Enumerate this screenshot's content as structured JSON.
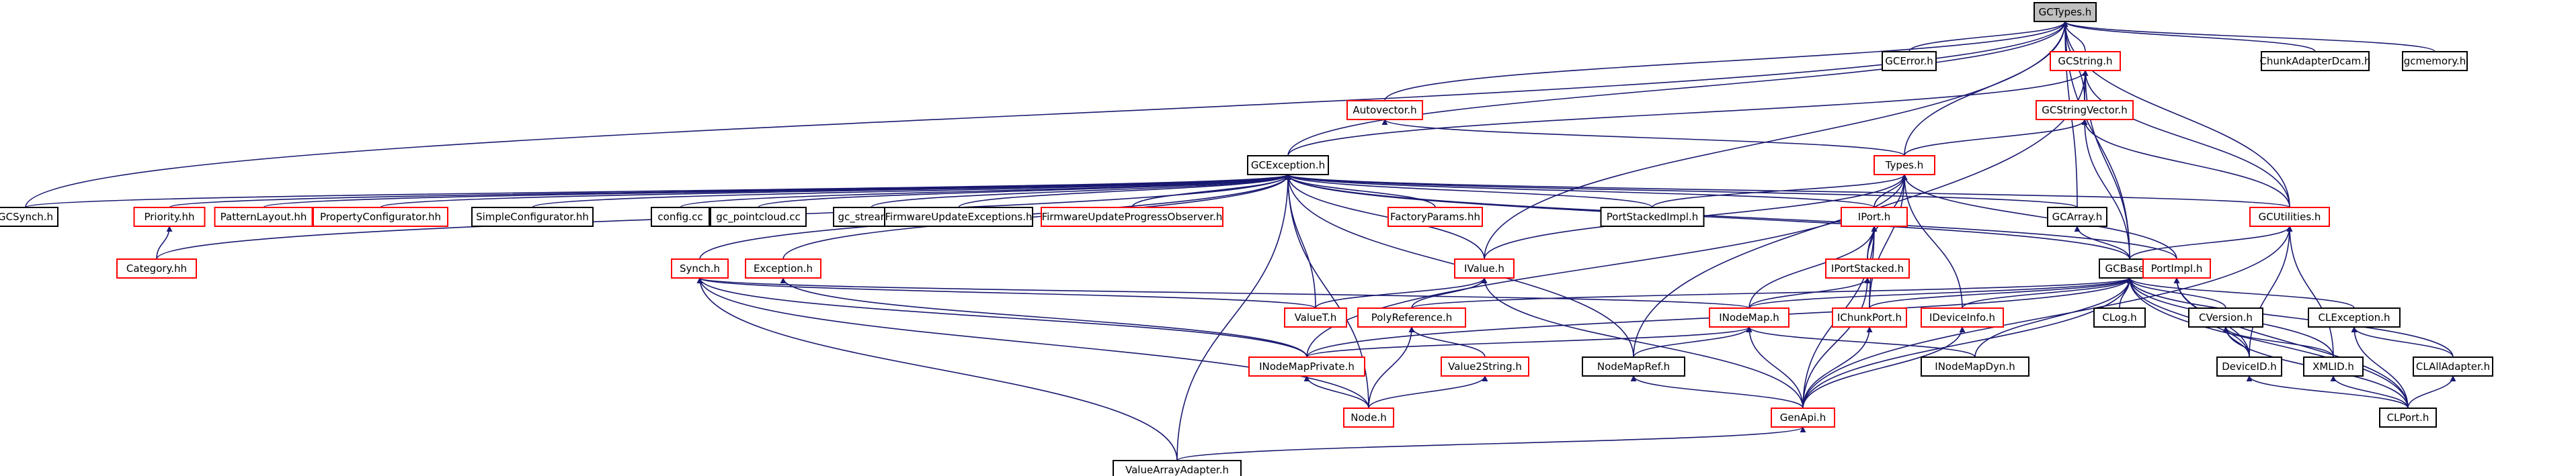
{
  "graph": {
    "style": {
      "edge_color": "#191970",
      "border_black": "#000000",
      "border_red": "#ff0000",
      "focus_fill": "#bfbfbf",
      "node_fill": "#ffffff"
    },
    "nodes": {
      "gctypes": {
        "label": "GCTypes.h",
        "border": "black",
        "focus": true
      },
      "gcerror": {
        "label": "GCError.h",
        "border": "black"
      },
      "gcstring": {
        "label": "GCString.h",
        "border": "red"
      },
      "chunkadapter": {
        "label": "ChunkAdapterDcam.h",
        "border": "black"
      },
      "gcmemory": {
        "label": "gcmemory.h",
        "border": "black"
      },
      "autovector": {
        "label": "Autovector.h",
        "border": "red"
      },
      "gcstringvector": {
        "label": "GCStringVector.h",
        "border": "red"
      },
      "gcexception": {
        "label": "GCException.h",
        "border": "black"
      },
      "types": {
        "label": "Types.h",
        "border": "red"
      },
      "gcsynch": {
        "label": "GCSynch.h",
        "border": "black"
      },
      "priority": {
        "label": "Priority.hh",
        "border": "red"
      },
      "patternlayout": {
        "label": "PatternLayout.hh",
        "border": "red"
      },
      "propertyconfig": {
        "label": "PropertyConfigurator.hh",
        "border": "red"
      },
      "simpleconfig": {
        "label": "SimpleConfigurator.hh",
        "border": "black"
      },
      "config": {
        "label": "config.cc",
        "border": "black"
      },
      "gcpointcloud": {
        "label": "gc_pointcloud.cc",
        "border": "black"
      },
      "gcstream": {
        "label": "gc_stream.cc",
        "border": "black"
      },
      "fwupdateexc": {
        "label": "FirmwareUpdateExceptions.h",
        "border": "black"
      },
      "fwupdateobs": {
        "label": "FirmwareUpdateProgressObserver.h",
        "border": "red"
      },
      "factoryparams": {
        "label": "FactoryParams.hh",
        "border": "red"
      },
      "portstacked": {
        "label": "PortStackedImpl.h",
        "border": "black"
      },
      "iport": {
        "label": "IPort.h",
        "border": "red"
      },
      "gcarray": {
        "label": "GCArray.h",
        "border": "black"
      },
      "gcutilities": {
        "label": "GCUtilities.h",
        "border": "red"
      },
      "category": {
        "label": "Category.hh",
        "border": "red"
      },
      "synch": {
        "label": "Synch.h",
        "border": "red"
      },
      "exception": {
        "label": "Exception.h",
        "border": "red"
      },
      "ivalue": {
        "label": "IValue.h",
        "border": "red"
      },
      "iportstacked": {
        "label": "IPortStacked.h",
        "border": "red"
      },
      "gcbase": {
        "label": "GCBase.h",
        "border": "black"
      },
      "portimpl": {
        "label": "PortImpl.h",
        "border": "red"
      },
      "valuet": {
        "label": "ValueT.h",
        "border": "red"
      },
      "polyref": {
        "label": "PolyReference.h",
        "border": "red"
      },
      "inodemap": {
        "label": "INodeMap.h",
        "border": "red"
      },
      "ichunkport": {
        "label": "IChunkPort.h",
        "border": "red"
      },
      "ideviceinfo": {
        "label": "IDeviceInfo.h",
        "border": "red"
      },
      "clog": {
        "label": "CLog.h",
        "border": "black"
      },
      "cversion": {
        "label": "CVersion.h",
        "border": "black"
      },
      "clexception": {
        "label": "CLException.h",
        "border": "black"
      },
      "inodemapprivate": {
        "label": "INodeMapPrivate.h",
        "border": "red"
      },
      "value2string": {
        "label": "Value2String.h",
        "border": "red"
      },
      "nodemapref": {
        "label": "NodeMapRef.h",
        "border": "black"
      },
      "inodemapdyn": {
        "label": "INodeMapDyn.h",
        "border": "black"
      },
      "deviceid": {
        "label": "DeviceID.h",
        "border": "black"
      },
      "xmlid": {
        "label": "XMLID.h",
        "border": "black"
      },
      "clalladapter": {
        "label": "CLAllAdapter.h",
        "border": "black"
      },
      "node": {
        "label": "Node.h",
        "border": "red"
      },
      "genapi": {
        "label": "GenApi.h",
        "border": "red"
      },
      "clport": {
        "label": "CLPort.h",
        "border": "black"
      },
      "valuearrayadapter": {
        "label": "ValueArrayAdapter.h",
        "border": "black"
      }
    },
    "edges": [
      [
        "gcerror",
        "gctypes"
      ],
      [
        "gcstring",
        "gctypes"
      ],
      [
        "chunkadapter",
        "gctypes"
      ],
      [
        "gcmemory",
        "gctypes"
      ],
      [
        "autovector",
        "gctypes"
      ],
      [
        "gcstringvector",
        "gctypes"
      ],
      [
        "gcexception",
        "gctypes"
      ],
      [
        "types",
        "gctypes"
      ],
      [
        "gcsynch",
        "gctypes"
      ],
      [
        "gcarray",
        "gctypes"
      ],
      [
        "gcutilities",
        "gctypes"
      ],
      [
        "gcbase",
        "gctypes"
      ],
      [
        "ivalue",
        "gctypes"
      ],
      [
        "gcstringvector",
        "gcstring"
      ],
      [
        "gcexception",
        "gcstring"
      ],
      [
        "gcbase",
        "gcstring"
      ],
      [
        "gcutilities",
        "gcstring"
      ],
      [
        "nodemapref",
        "gcstring"
      ],
      [
        "types",
        "autovector"
      ],
      [
        "types",
        "gcstringvector"
      ],
      [
        "gcbase",
        "gcstringvector"
      ],
      [
        "gcutilities",
        "gcstringvector"
      ],
      [
        "gcsynch",
        "gcexception"
      ],
      [
        "priority",
        "gcexception"
      ],
      [
        "patternlayout",
        "gcexception"
      ],
      [
        "propertyconfig",
        "gcexception"
      ],
      [
        "simpleconfig",
        "gcexception"
      ],
      [
        "config",
        "gcexception"
      ],
      [
        "gcpointcloud",
        "gcexception"
      ],
      [
        "gcstream",
        "gcexception"
      ],
      [
        "fwupdateexc",
        "gcexception"
      ],
      [
        "fwupdateobs",
        "gcexception"
      ],
      [
        "factoryparams",
        "gcexception"
      ],
      [
        "portstacked",
        "gcexception"
      ],
      [
        "iport",
        "gcexception"
      ],
      [
        "gcarray",
        "gcexception"
      ],
      [
        "gcutilities",
        "gcexception"
      ],
      [
        "category",
        "gcexception"
      ],
      [
        "synch",
        "gcexception"
      ],
      [
        "exception",
        "gcexception"
      ],
      [
        "ivalue",
        "gcexception"
      ],
      [
        "valuet",
        "gcexception"
      ],
      [
        "portimpl",
        "gcexception"
      ],
      [
        "nodemapref",
        "gcexception"
      ],
      [
        "node",
        "gcexception"
      ],
      [
        "valuearrayadapter",
        "gcexception"
      ],
      [
        "gcbase",
        "gcexception"
      ],
      [
        "portstacked",
        "types"
      ],
      [
        "iport",
        "types"
      ],
      [
        "ivalue",
        "types"
      ],
      [
        "iportstacked",
        "types"
      ],
      [
        "ichunkport",
        "types"
      ],
      [
        "ideviceinfo",
        "types"
      ],
      [
        "portimpl",
        "types"
      ],
      [
        "inodemapprivate",
        "types"
      ],
      [
        "category",
        "priority"
      ],
      [
        "iportstacked",
        "iport"
      ],
      [
        "ichunkport",
        "iport"
      ],
      [
        "inodemap",
        "iport"
      ],
      [
        "genapi",
        "iport"
      ],
      [
        "gcbase",
        "gcarray"
      ],
      [
        "gcbase",
        "gcutilities"
      ],
      [
        "deviceid",
        "gcutilities"
      ],
      [
        "xmlid",
        "gcutilities"
      ],
      [
        "genapi",
        "gcutilities"
      ],
      [
        "valuet",
        "synch"
      ],
      [
        "inodemap",
        "synch"
      ],
      [
        "node",
        "synch"
      ],
      [
        "valuearrayadapter",
        "synch"
      ],
      [
        "inodemapprivate",
        "synch"
      ],
      [
        "inodemapprivate",
        "exception"
      ],
      [
        "valuet",
        "ivalue"
      ],
      [
        "polyref",
        "ivalue"
      ],
      [
        "genapi",
        "ivalue"
      ],
      [
        "inodemap",
        "iportstacked"
      ],
      [
        "genapi",
        "iportstacked"
      ],
      [
        "polyref",
        "gcbase"
      ],
      [
        "inodemap",
        "gcbase"
      ],
      [
        "ichunkport",
        "gcbase"
      ],
      [
        "ideviceinfo",
        "gcbase"
      ],
      [
        "clog",
        "gcbase"
      ],
      [
        "cversion",
        "gcbase"
      ],
      [
        "clexception",
        "gcbase"
      ],
      [
        "inodemapdyn",
        "gcbase"
      ],
      [
        "deviceid",
        "gcbase"
      ],
      [
        "xmlid",
        "gcbase"
      ],
      [
        "clalladapter",
        "gcbase"
      ],
      [
        "genapi",
        "gcbase"
      ],
      [
        "clport",
        "gcbase"
      ],
      [
        "inodemapprivate",
        "gcbase"
      ],
      [
        "portimpl",
        "gcbase"
      ],
      [
        "deviceid",
        "portimpl"
      ],
      [
        "clport",
        "portimpl"
      ],
      [
        "value2string",
        "polyref"
      ],
      [
        "node",
        "polyref"
      ],
      [
        "inodemapprivate",
        "inodemap"
      ],
      [
        "nodemapref",
        "inodemap"
      ],
      [
        "inodemapdyn",
        "inodemap"
      ],
      [
        "genapi",
        "inodemap"
      ],
      [
        "genapi",
        "ichunkport"
      ],
      [
        "genapi",
        "ideviceinfo"
      ],
      [
        "deviceid",
        "cversion"
      ],
      [
        "xmlid",
        "cversion"
      ],
      [
        "clport",
        "cversion"
      ],
      [
        "clalladapter",
        "clexception"
      ],
      [
        "clport",
        "clexception"
      ],
      [
        "node",
        "inodemapprivate"
      ],
      [
        "node",
        "value2string"
      ],
      [
        "genapi",
        "nodemapref"
      ],
      [
        "clport",
        "deviceid"
      ],
      [
        "clport",
        "xmlid"
      ],
      [
        "clport",
        "clalladapter"
      ],
      [
        "valuearrayadapter",
        "genapi"
      ]
    ]
  }
}
